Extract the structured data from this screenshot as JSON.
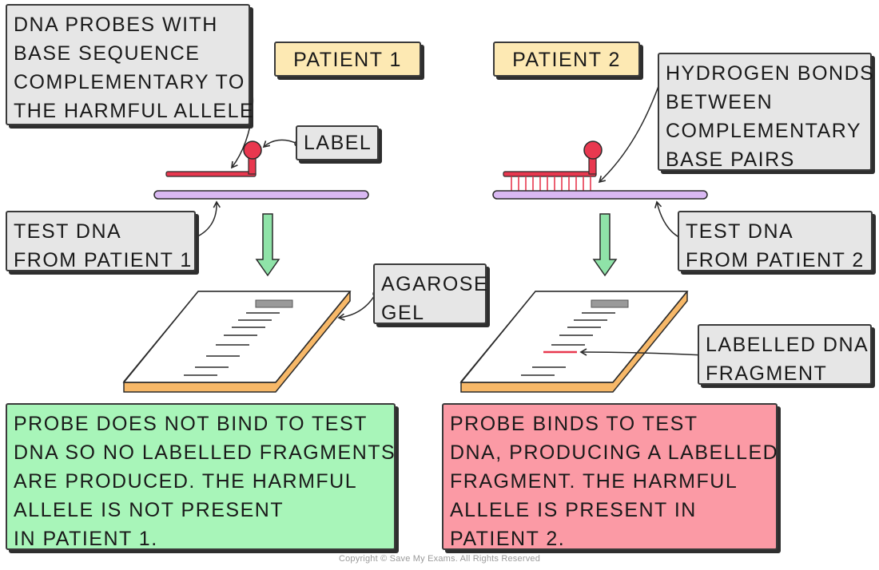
{
  "labels": {
    "probe_desc": [
      "DNA PROBES WITH",
      "BASE SEQUENCE",
      "COMPLEMENTARY TO",
      "THE HARMFUL ALLELE"
    ],
    "patient1": "PATIENT 1",
    "patient2": "PATIENT 2",
    "label": "LABEL",
    "hydrogen": [
      "HYDROGEN BONDS",
      "BETWEEN",
      "COMPLEMENTARY",
      "BASE PAIRS"
    ],
    "test_dna_1": [
      "TEST DNA",
      "FROM PATIENT 1"
    ],
    "test_dna_2": [
      "TEST DNA",
      "FROM PATIENT 2"
    ],
    "agarose": [
      "AGAROSE",
      "GEL"
    ],
    "labelled_fragment": [
      "LABELLED DNA",
      "FRAGMENT"
    ]
  },
  "results": {
    "patient1": [
      "PROBE DOES NOT BIND TO TEST",
      "DNA SO NO LABELLED FRAGMENTS",
      "ARE PRODUCED. THE HARMFUL",
      "ALLELE IS NOT PRESENT",
      "IN PATIENT 1."
    ],
    "patient2": [
      "PROBE BINDS TO TEST",
      "DNA, PRODUCING A LABELLED",
      "FRAGMENT. THE HARMFUL",
      "ALLELE IS PRESENT IN",
      "PATIENT 2."
    ]
  },
  "copyright": "Copyright © Save My Exams. All Rights Reserved",
  "colors": {
    "probe": "#e8384f",
    "test_dna": "#d9b8f2",
    "arrow": "#8fe3a8",
    "gel_edge": "#f7b868",
    "fragment_band": "#e8384f",
    "box_grey": "#e6e6e6",
    "box_yellow": "#fde9b3",
    "box_green": "#a8f5b9",
    "box_pink": "#fb9aa5"
  }
}
